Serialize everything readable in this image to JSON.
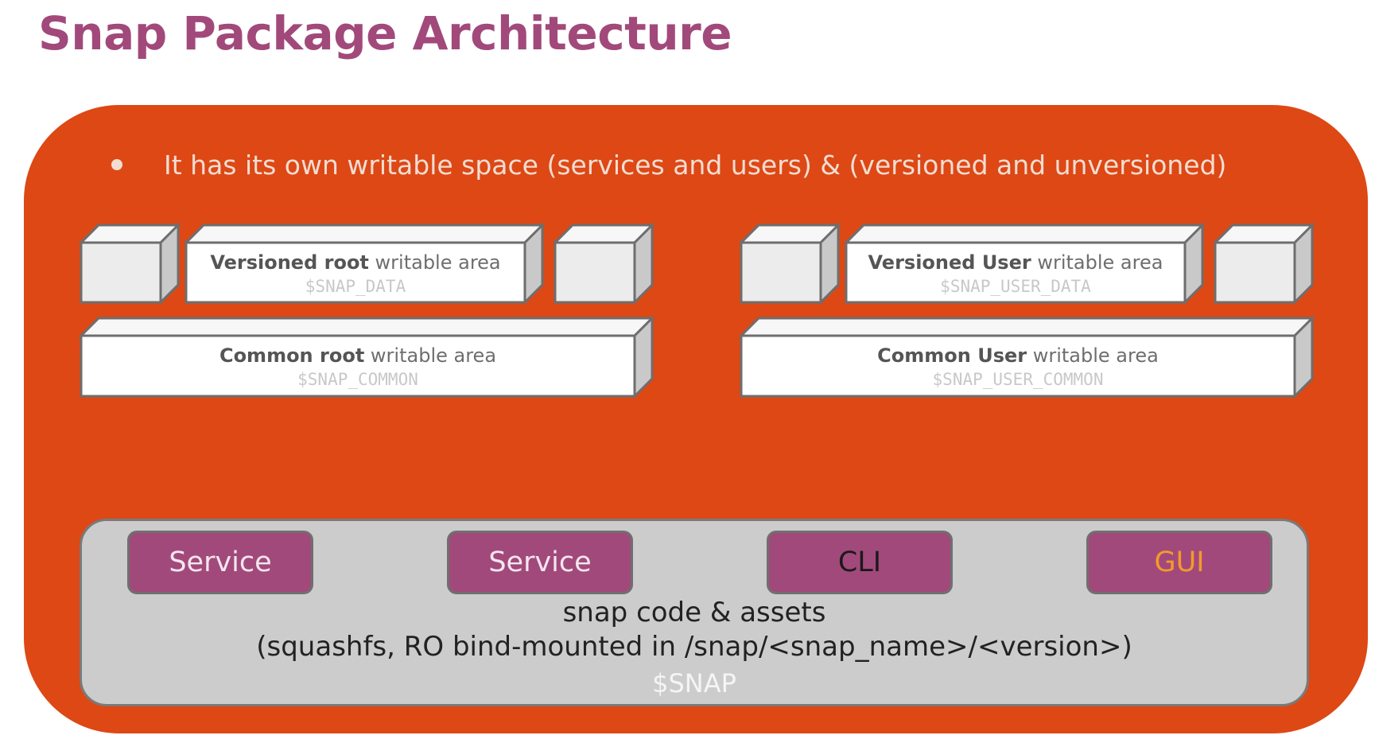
{
  "title": "Snap Package Architecture",
  "bullet": "It has its own writable space (services and users) & (versioned and unversioned)",
  "left": {
    "versioned": {
      "bold": "Versioned root",
      "rest": " writable area",
      "var": "$SNAP_DATA"
    },
    "common": {
      "bold": "Common root",
      "rest": " writable area",
      "var": "$SNAP_COMMON"
    }
  },
  "right": {
    "versioned": {
      "bold": "Versioned User",
      "rest": " writable area",
      "var": "$SNAP_USER_DATA"
    },
    "common": {
      "bold": "Common User",
      "rest": " writable area",
      "var": "$SNAP_USER_COMMON"
    }
  },
  "components": [
    {
      "label": "Service",
      "color": "#f4e6ee"
    },
    {
      "label": "Service",
      "color": "#f4e6ee"
    },
    {
      "label": "CLI",
      "color": "#1a1a1a"
    },
    {
      "label": "GUI",
      "color": "#f39a2b"
    }
  ],
  "base": {
    "line1": "snap code & assets",
    "line2": "(squashfs, RO bind-mounted in /snap/<snap_name>/<version>)",
    "var": "$SNAP"
  },
  "colors": {
    "title": "#a2497b",
    "background": "#dd4815",
    "component": "#a2497b",
    "base": "#cccccc"
  }
}
